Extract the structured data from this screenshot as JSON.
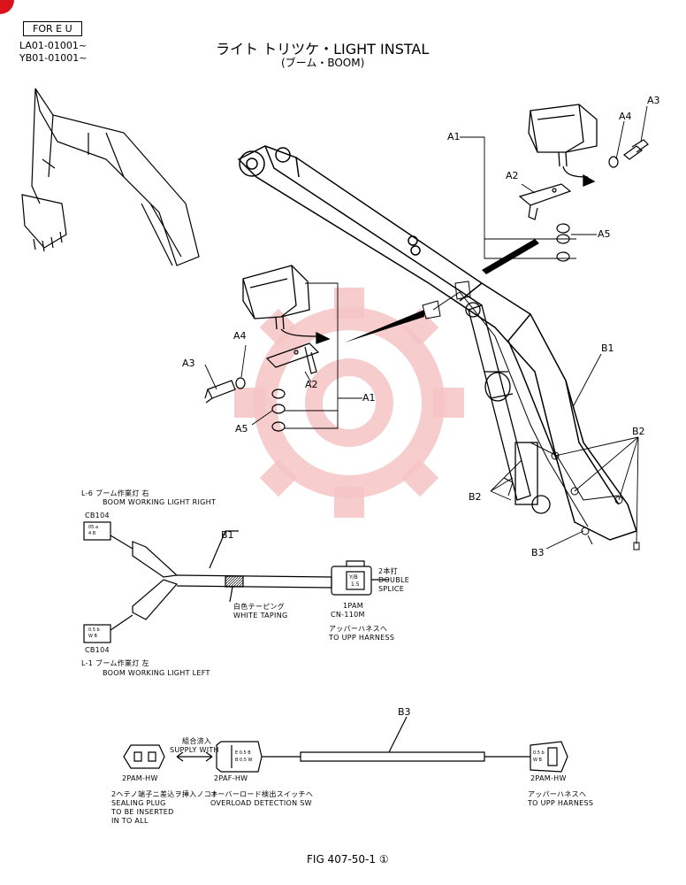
{
  "header": {
    "badge": "FOR E U",
    "serial1": "LA01-01001~",
    "serial2": "YB01-01001~",
    "title": "ライト トリツケ・LIGHT INSTAL",
    "subtitle": "(ブーム・BOOM)"
  },
  "callouts": {
    "a1_top": "A1",
    "a2_top": "A2",
    "a3_top": "A3",
    "a4_top": "A4",
    "a5_top": "A5",
    "a1_mid": "A1",
    "a2_mid": "A2",
    "a3_mid": "A3",
    "a4_mid": "A4",
    "a5_mid": "A5",
    "b1": "B1",
    "b2_left": "B2",
    "b2_right": "B2",
    "b3": "B3"
  },
  "wiring_b1": {
    "l6_jp": "L-6 ブーム作業灯 右",
    "l6_en": "BOOM WORKING LIGHT RIGHT",
    "cb_top": "CB104",
    "cb_top_code1": "05 a",
    "cb_top_code2": "4 B",
    "b1_label": "B1",
    "cb_bot_code1": "0.5 b",
    "cb_bot_code2": "W B",
    "cb_bot": "CB104",
    "l1_jp": "L-1 ブーム作業灯 左",
    "l1_en": "BOOM WORKING LIGHT LEFT",
    "taping_jp": "白色テーピング",
    "taping_en": "WHITE TAPING",
    "conn_code1": "Y/B",
    "conn_code2": "1.5",
    "splice_jp": "2本打",
    "splice_en1": "DOUBLE",
    "splice_en2": "SPLICE",
    "conn_name": "1PAM",
    "conn_part": "CN-110M",
    "upp_jp": "アッパーハネスへ",
    "upp_en": "TO UPP HARNESS"
  },
  "wiring_b3": {
    "b3_label": "B3",
    "supply_jp": "組合済入",
    "supply_en": "SUPPLY WITH",
    "left_conn": "2PAM-HW",
    "mid_conn": "2PAF-HW",
    "right_conn": "2PAM-HW",
    "mid_code1": "E 0.5 B",
    "mid_code2": "B 0.5 W",
    "right_code1": "0.5 b",
    "right_code2": "W B",
    "seal_jp": "2ヘテノ端子ニ差込ヲ挿入ノコト",
    "seal_en1": "SEALING PLUG",
    "seal_en2": "TO BE INSERTED",
    "seal_en3": "IN TO ALL",
    "overload_jp": "オーバーロード検出スイッチへ",
    "overload_en": "OVERLOAD DETECTION SW",
    "upp_jp": "アッパーハネスへ",
    "upp_en": "TO UPP HARNESS"
  },
  "footer": {
    "fig": "FIG 407-50-1 ①"
  },
  "colors": {
    "watermark": "#f2b3b3",
    "corner": "#d9141c",
    "line": "#000000"
  }
}
